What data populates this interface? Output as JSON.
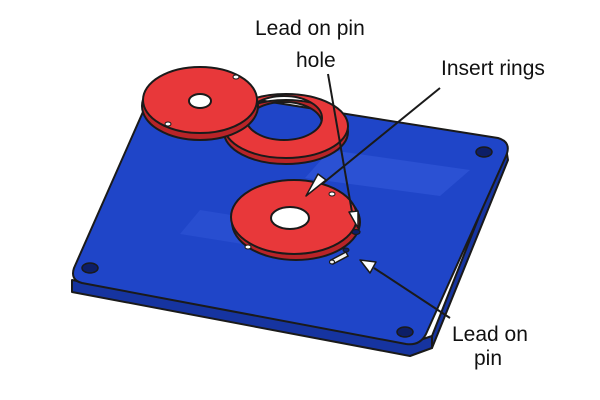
{
  "labels": {
    "lead_on_pin_hole": [
      "Lead on  pin",
      "hole"
    ],
    "insert_rings": "Insert rings",
    "lead_on_pin": [
      "Lead on",
      "pin"
    ]
  },
  "colors": {
    "plate": "#1f45c8",
    "plate_edge": "#1634a0",
    "ring": "#e8383a",
    "ring_edge": "#b82428",
    "outline": "#1a1a1a"
  },
  "icons": {
    "plate": "router-plate",
    "rings": "insert-ring",
    "pin": "lead-on-pin"
  }
}
